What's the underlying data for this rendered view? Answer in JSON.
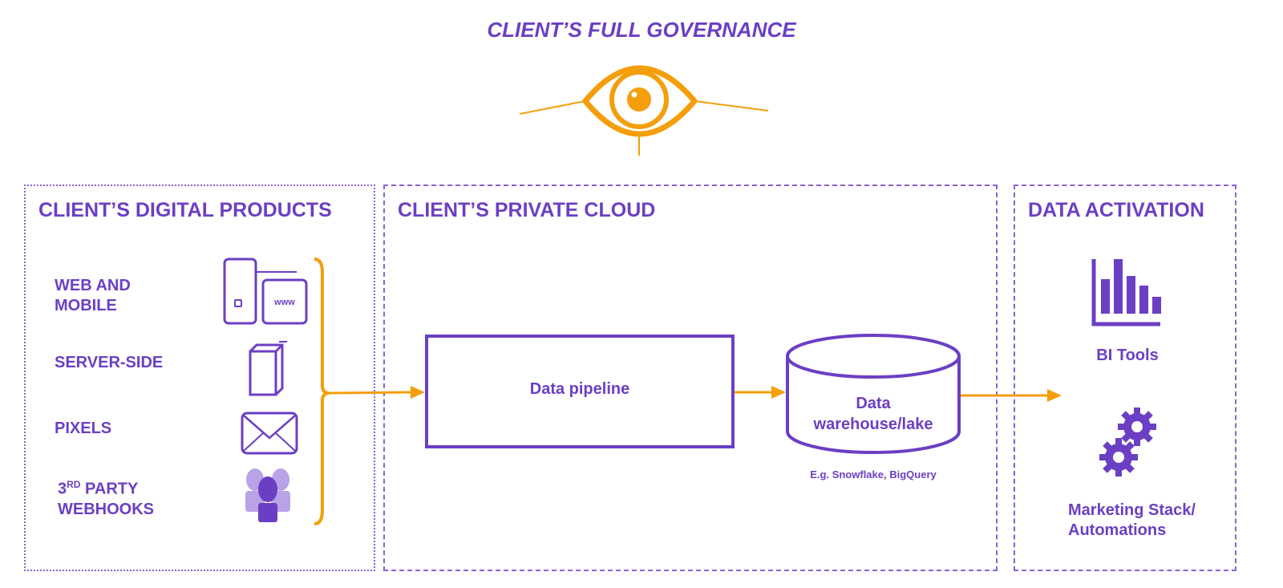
{
  "title": "CLIENT’S FULL GOVERNANCE",
  "colors": {
    "purple": "#6b3fc4",
    "orange": "#f59e0b",
    "light_purple": "#b9a2e6"
  },
  "panels": {
    "digital_products": {
      "title": "CLIENT’S DIGITAL PRODUCTS",
      "sources": [
        {
          "label": "WEB AND MOBILE",
          "line1": "WEB AND",
          "line2": "MOBILE",
          "icon": "devices-icon",
          "icon_text": "www"
        },
        {
          "label": "SERVER-SIDE",
          "icon": "server-icon"
        },
        {
          "label": "PIXELS",
          "icon": "envelope-icon"
        },
        {
          "label": "3RD PARTY WEBHOOKS",
          "line1_pre": "3",
          "line1_sup": "RD",
          "line1_post": " PARTY",
          "line2": "WEBHOOKS",
          "icon": "people-icon"
        }
      ]
    },
    "private_cloud": {
      "title": "CLIENT’S PRIVATE CLOUD",
      "pipeline_label": "Data pipeline",
      "warehouse_line1": "Data",
      "warehouse_line2": "warehouse/lake",
      "warehouse_note": "E.g. Snowflake, BigQuery"
    },
    "activation": {
      "title": "DATA ACTIVATION",
      "bi_label": "BI Tools",
      "marketing_line1": "Marketing Stack/",
      "marketing_line2": "Automations"
    }
  }
}
